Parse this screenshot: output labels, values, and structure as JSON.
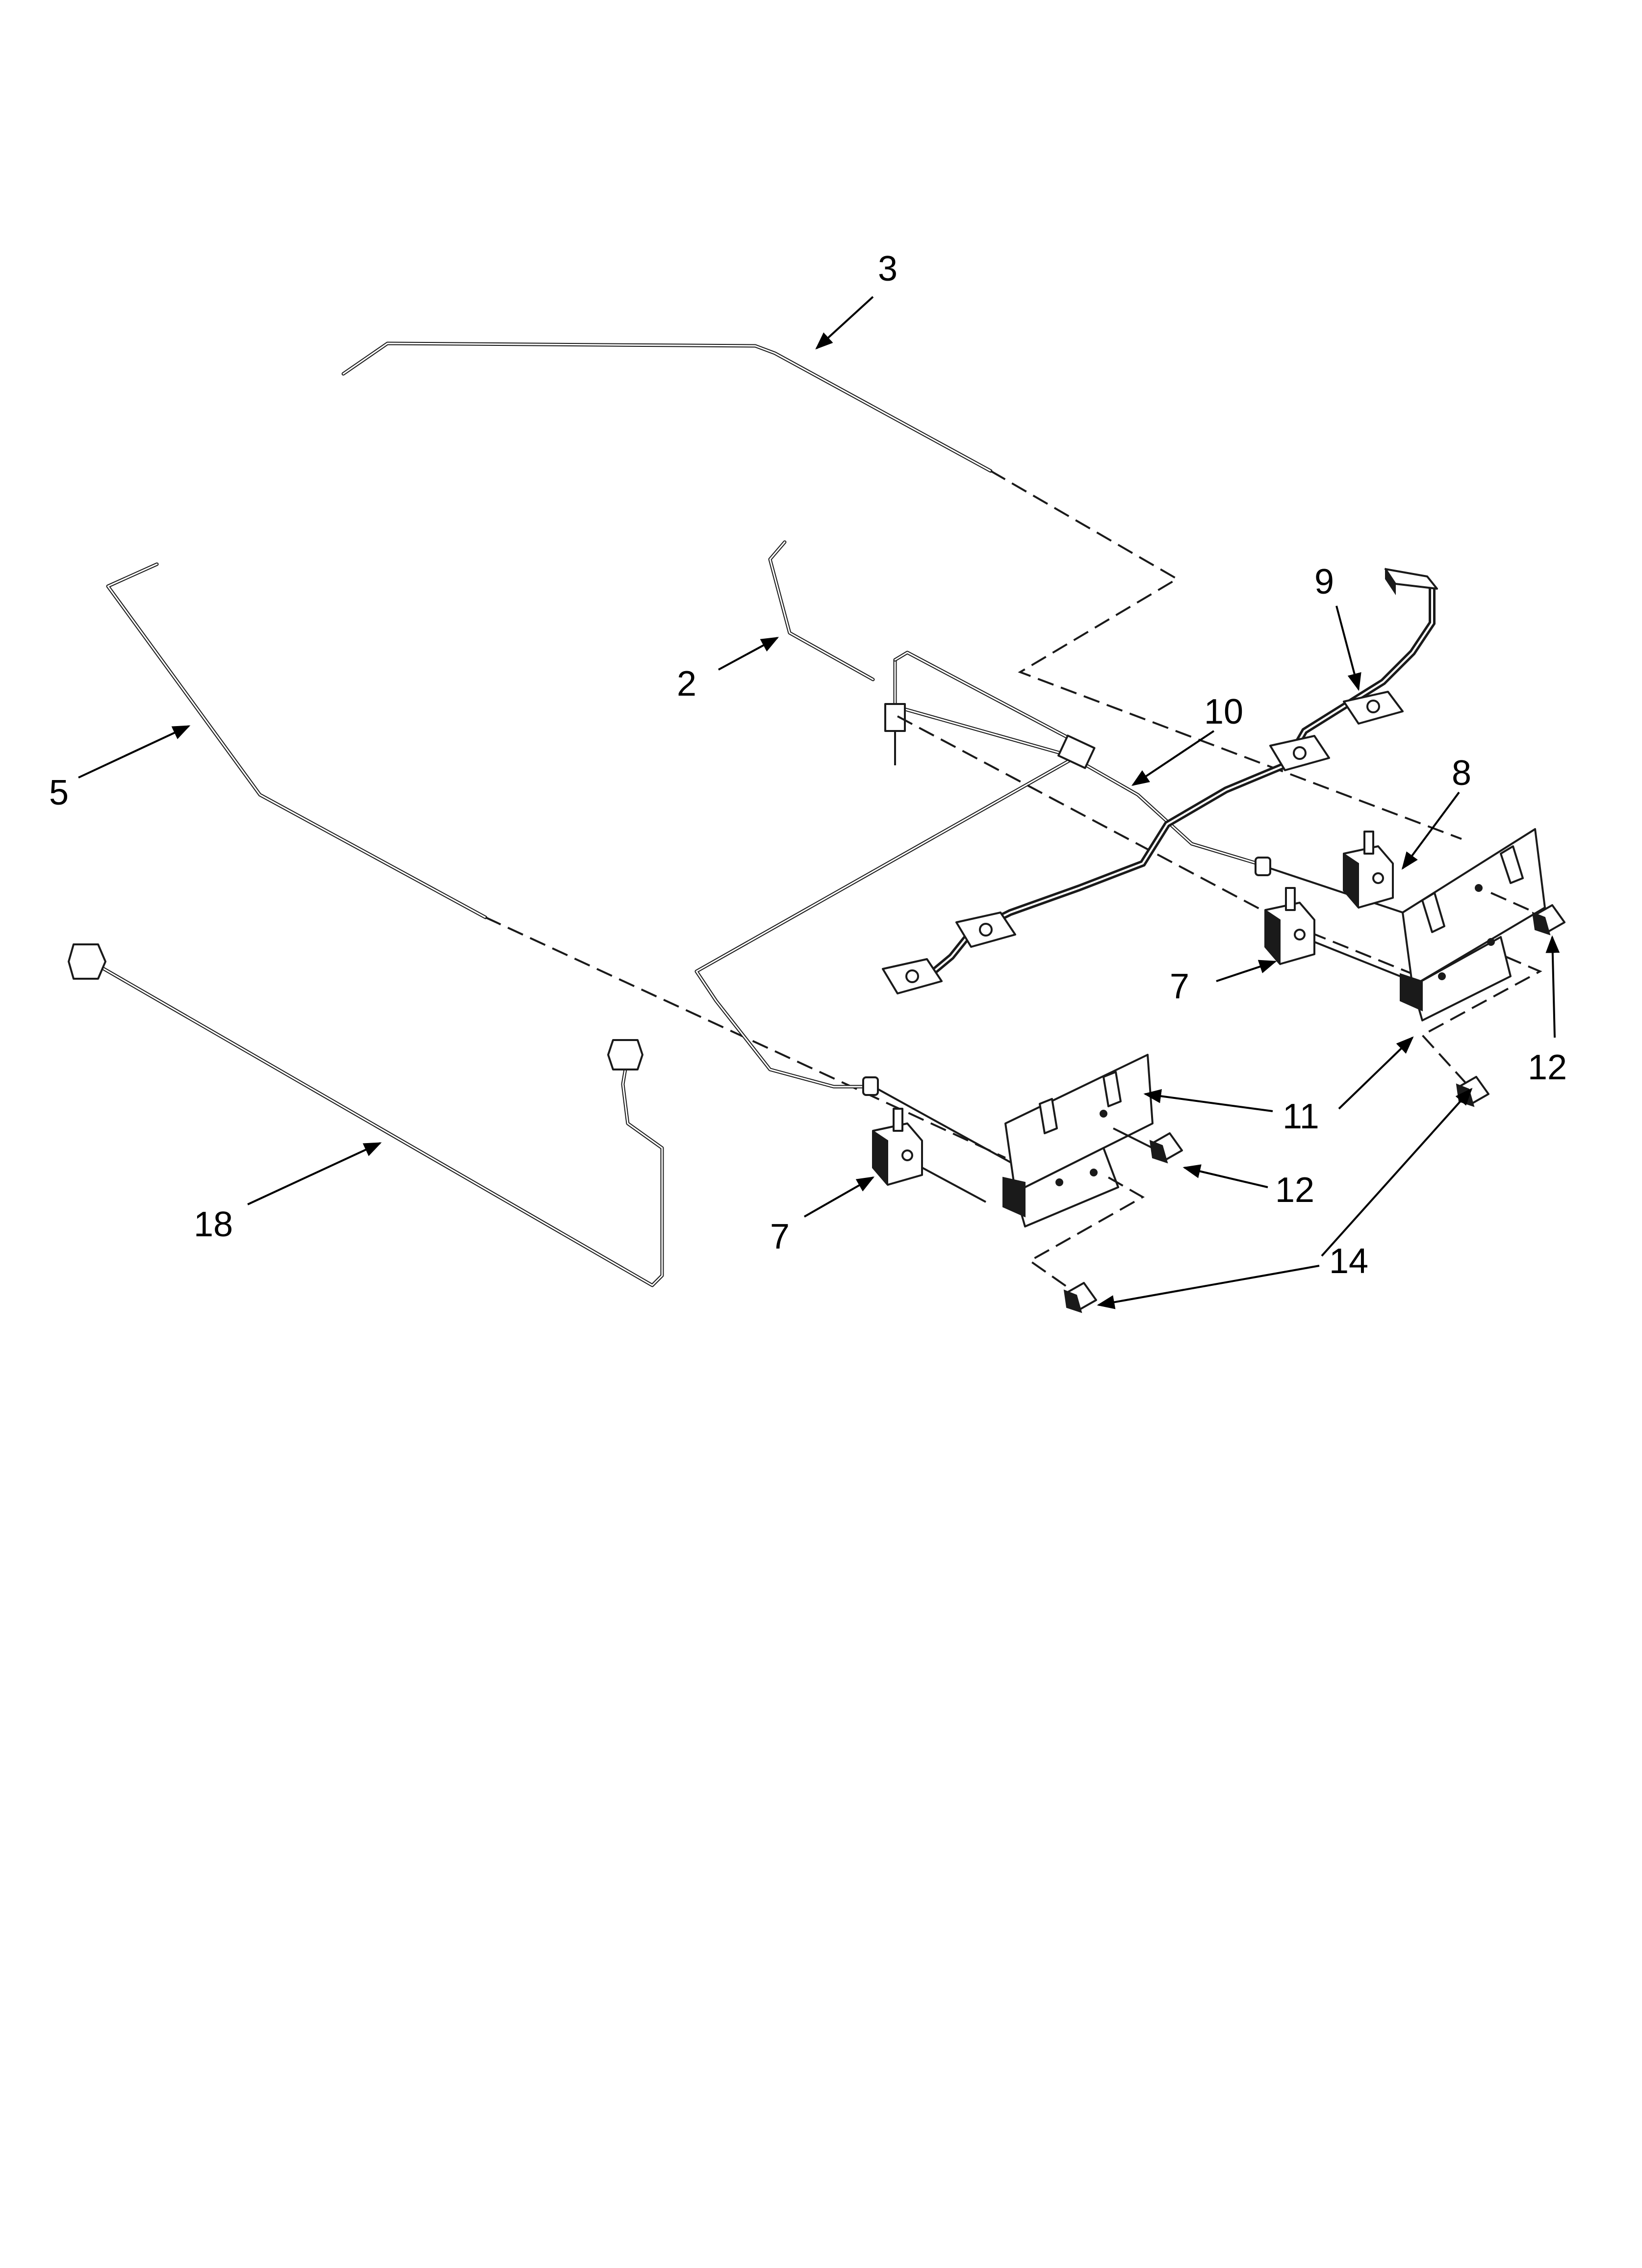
{
  "callouts": {
    "c2": "2",
    "c3": "3",
    "c5": "5",
    "c7a": "7",
    "c7b": "7",
    "c8": "8",
    "c9": "9",
    "c10": "10",
    "c11a": "11",
    "c11b": "11",
    "c12a": "12",
    "c12b": "12",
    "c14": "14",
    "c18": "18"
  }
}
